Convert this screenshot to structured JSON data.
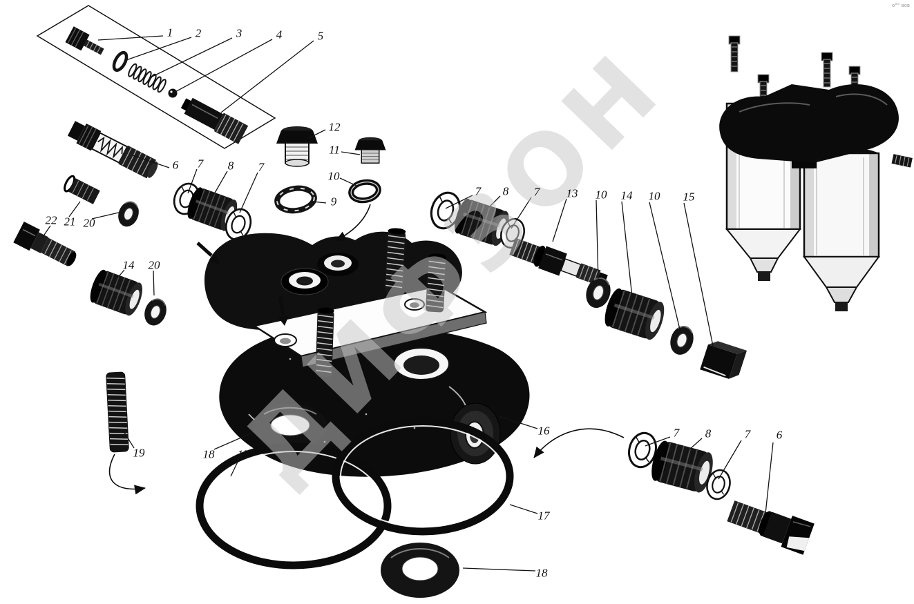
{
  "canvas": {
    "background": "#ffffff",
    "ink": "#0d0d0d"
  },
  "watermark": {
    "text": "ДИФЗОН",
    "color": "#c7c7c7",
    "rotation_deg": -46
  },
  "corner_note": {
    "text": "о°° вов"
  },
  "callouts": [
    {
      "text": "1"
    },
    {
      "text": "2"
    },
    {
      "text": "3"
    },
    {
      "text": "4"
    },
    {
      "text": "5"
    },
    {
      "text": "12"
    },
    {
      "text": "11"
    },
    {
      "text": "10"
    },
    {
      "text": "9"
    },
    {
      "text": "6"
    },
    {
      "text": "7"
    },
    {
      "text": "8"
    },
    {
      "text": "7"
    },
    {
      "text": "22"
    },
    {
      "text": "21"
    },
    {
      "text": "20"
    },
    {
      "text": "14"
    },
    {
      "text": "20"
    },
    {
      "text": "19"
    },
    {
      "text": "18"
    },
    {
      "text": "17"
    },
    {
      "text": "7"
    },
    {
      "text": "8"
    },
    {
      "text": "7"
    },
    {
      "text": "13"
    },
    {
      "text": "10"
    },
    {
      "text": "14"
    },
    {
      "text": "10"
    },
    {
      "text": "15"
    },
    {
      "text": "16"
    },
    {
      "text": "17"
    },
    {
      "text": "18"
    },
    {
      "text": "7"
    },
    {
      "text": "8"
    },
    {
      "text": "7"
    },
    {
      "text": "6"
    }
  ]
}
